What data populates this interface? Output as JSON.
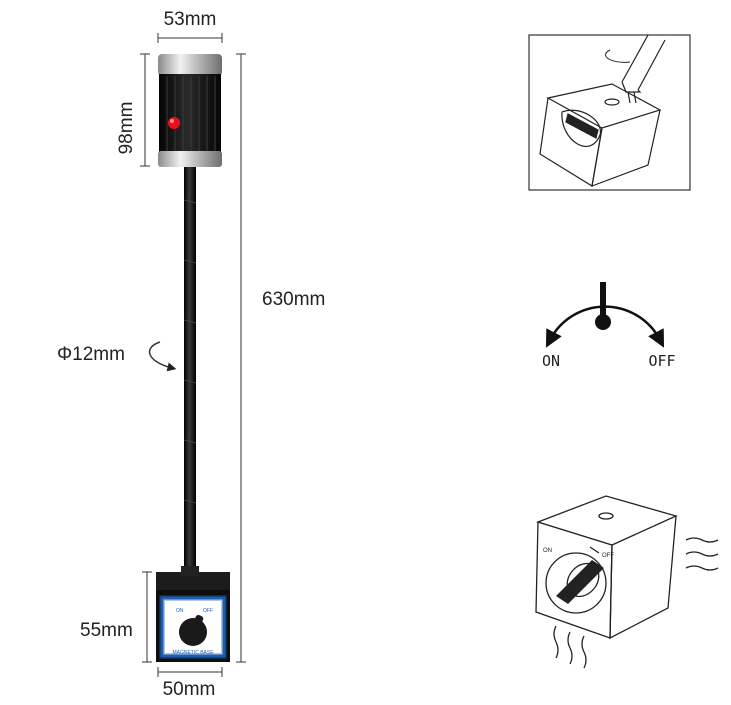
{
  "dimensions": {
    "width_top": "53mm",
    "head_height": "98mm",
    "total_height": "630mm",
    "tube_diameter": "Φ12mm",
    "base_height": "55mm",
    "base_width": "50mm"
  },
  "switch_labels": {
    "on": "ON",
    "off": "OFF"
  },
  "base_plate": {
    "text": "MAGNETIC BASE",
    "on_mark": "ON",
    "off_mark": "OFF"
  },
  "colors": {
    "indicator": "#e8101a",
    "base_plate": "#1e5fb5",
    "body": "#111111"
  }
}
